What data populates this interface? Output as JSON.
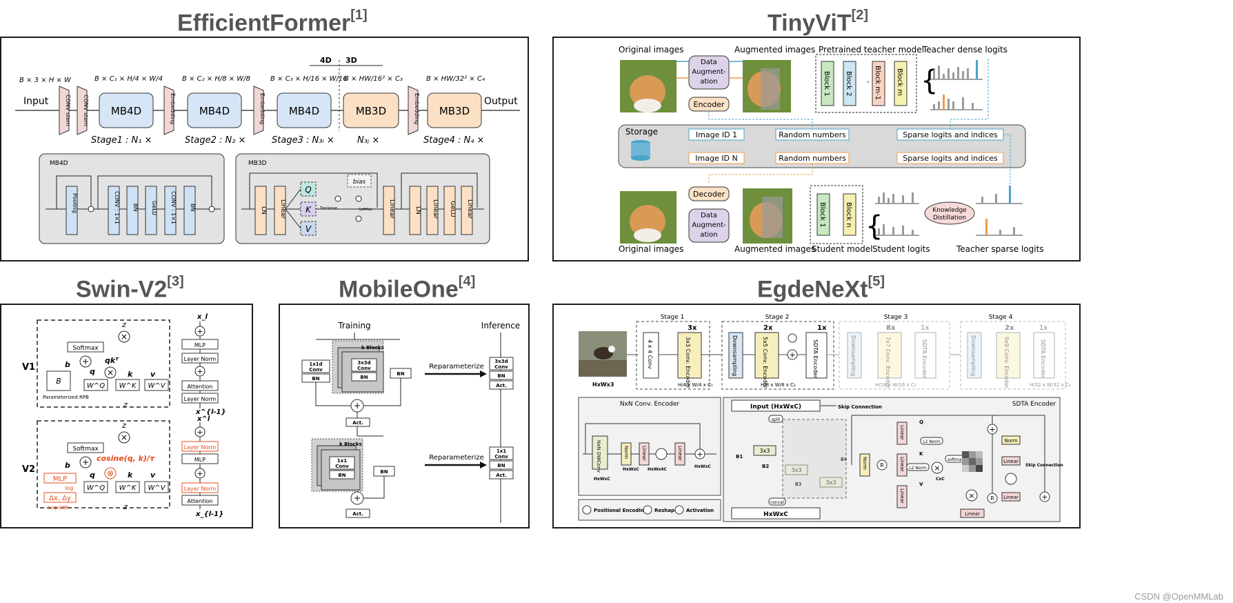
{
  "titles": {
    "efficientformer": {
      "name": "EfficientFormer",
      "ref": "[1]"
    },
    "tinyvit": {
      "name": "TinyViT",
      "ref": "[2]"
    },
    "swinv2": {
      "name": "Swin-V2",
      "ref": "[3]"
    },
    "mobileone": {
      "name": "MobileOne",
      "ref": "[4]"
    },
    "edgenext": {
      "name": "EgdeNeXt",
      "ref": "[5]"
    }
  },
  "efficientformer": {
    "input": "Input",
    "output": "Output",
    "dim4d": "4D",
    "dim3d": "3D",
    "conv_stem": "CONV stem",
    "embedding": "Embedding",
    "shapes": [
      "B × 3 × H × W",
      "B × C₁ × H/4 × W/4",
      "B × C₂ × H/8 × W/8",
      "B × C₃ × H/16 × W/16",
      "B × HW/16² × C₃",
      "B × HW/32² × C₄"
    ],
    "blocks": [
      "MB4D",
      "MB4D",
      "MB4D",
      "MB3D",
      "MB3D"
    ],
    "stages": [
      "Stage1 : N₁ ×",
      "Stage2 : N₂ ×",
      "Stage3 : N₃ᵢ ×",
      "N₃ⱼ ×",
      "Stage4 : N₄ ×"
    ],
    "mb4d_label": "MB4D",
    "mb4d_ops": [
      "Pooling",
      "CONV : 1×1",
      "BN",
      "GeLU",
      "CONV : 1×1",
      "BN"
    ],
    "mb3d_label": "MB3D",
    "mb3d_ops": [
      "LN",
      "Linear",
      "Linear",
      "LN",
      "Linear",
      "GeLU",
      "Linear"
    ],
    "qkv": [
      "Q",
      "K",
      "V"
    ],
    "bias": "bias",
    "transpose": "Transpose",
    "softmax": "SoftMax"
  },
  "tinyvit": {
    "original_images": "Original images",
    "augmented_images": "Augmented images",
    "teacher_model": "Pretrained teacher model",
    "teacher_dense_logits": "Teacher dense logits",
    "data_augmentation": "Data Augment- ation",
    "encoder": "Encoder",
    "decoder": "Decoder",
    "teacher_blocks": [
      "Block 1",
      "Block 2",
      "Block m-1",
      "Block m"
    ],
    "storage": "Storage",
    "image_ids": [
      "Image ID 1",
      "Image ID N"
    ],
    "random_numbers": [
      "Random numbers",
      "Random numbers"
    ],
    "sparse_logits": [
      "Sparse logits and indices",
      "Sparse logits and indices"
    ],
    "student_blocks": [
      "Block 1",
      "Block n"
    ],
    "student_model": "Student model",
    "student_logits": "Student logits",
    "teacher_sparse_logits": "Teacher sparse logits",
    "knowledge_distillation": "Knowledge Distillation"
  },
  "swinv2": {
    "v1": "V1",
    "v2": "V2",
    "softmax": "Softmax",
    "qkT": "qkᵀ",
    "cosine": "cosine(q, k)/τ",
    "parameterized_rpb": "Parameterized RPB",
    "B": "B",
    "mlp": "MLP",
    "log": "log",
    "delta": "Δx, Δy",
    "log_cpb": "Log-CPB",
    "weights": [
      "W^Q",
      "W^K",
      "W^V"
    ],
    "vars": [
      "z",
      "b",
      "q",
      "k",
      "v"
    ],
    "right_v1": [
      "MLP",
      "Layer Norm",
      "Attention",
      "Layer Norm"
    ],
    "right_v2": [
      "Layer Norm",
      "MLP",
      "Layer Norm",
      "Attention"
    ],
    "x_labels": [
      "x_l",
      "x^{l-1}",
      "x^l",
      "x_{l-1}"
    ]
  },
  "mobileone": {
    "training": "Training",
    "inference": "Inference",
    "k_blocks": "k Blocks",
    "conv1x1d": "1x1d Conv",
    "conv3x3d": "3x3d Conv",
    "bn": "BN",
    "act": "Act.",
    "conv1x1": "1x1 Conv",
    "reparameterize": "Reparameterize"
  },
  "edgenext": {
    "stages": [
      "Stage 1",
      "Stage 2",
      "Stage 3",
      "Stage 4"
    ],
    "input_size": "HxWx3",
    "stem": "4 x 4 Conv",
    "stage1_mult": "3x",
    "stage1_enc": "3x3 Conv. Encoder",
    "stage1_out": "H/4 x W/4 x C₁",
    "stage2_mults": [
      "2x",
      "1x"
    ],
    "stage2_enc": "5x5 Conv. Encoder",
    "stage2_out": "H/8 x W/8 x C₂",
    "stage3_mults": [
      "8x",
      "1x"
    ],
    "stage3_enc": "7x7 Conv. Encoder",
    "stage3_out": "H/16 x W/16 x C₃",
    "stage4_mults": [
      "2x",
      "1x"
    ],
    "stage4_enc": "9x9 Conv. Encoder",
    "stage4_out": "H/32 x W/32 x C₄",
    "downsampling": "Downsampling",
    "sdta": "SDTA Encoder",
    "nxn_title": "NxN Conv. Encoder",
    "nxn_ops": [
      "NxN DWConv",
      "Norm",
      "Linear",
      "Linear"
    ],
    "hwc": "HxWxC",
    "hw4c": "HxWx4C",
    "sdta_title": "SDTA Encoder",
    "input_hwc": "Input (HxWxC)",
    "skip": "Skip Connection",
    "split": "split",
    "concat": "concat",
    "b_labels": [
      "B1",
      "B2",
      "B3",
      "B4"
    ],
    "conv3x3": "3x3",
    "qkv": [
      "Q",
      "K",
      "V"
    ],
    "l2norm": "L2 Norm",
    "softmax": "softmax",
    "cxc": "CxC",
    "norm": "Norm",
    "linear": "Linear",
    "legend": [
      "Positional Encoding",
      "Reshape",
      "Activation"
    ]
  },
  "watermark": "CSDN @OpenMMLab"
}
